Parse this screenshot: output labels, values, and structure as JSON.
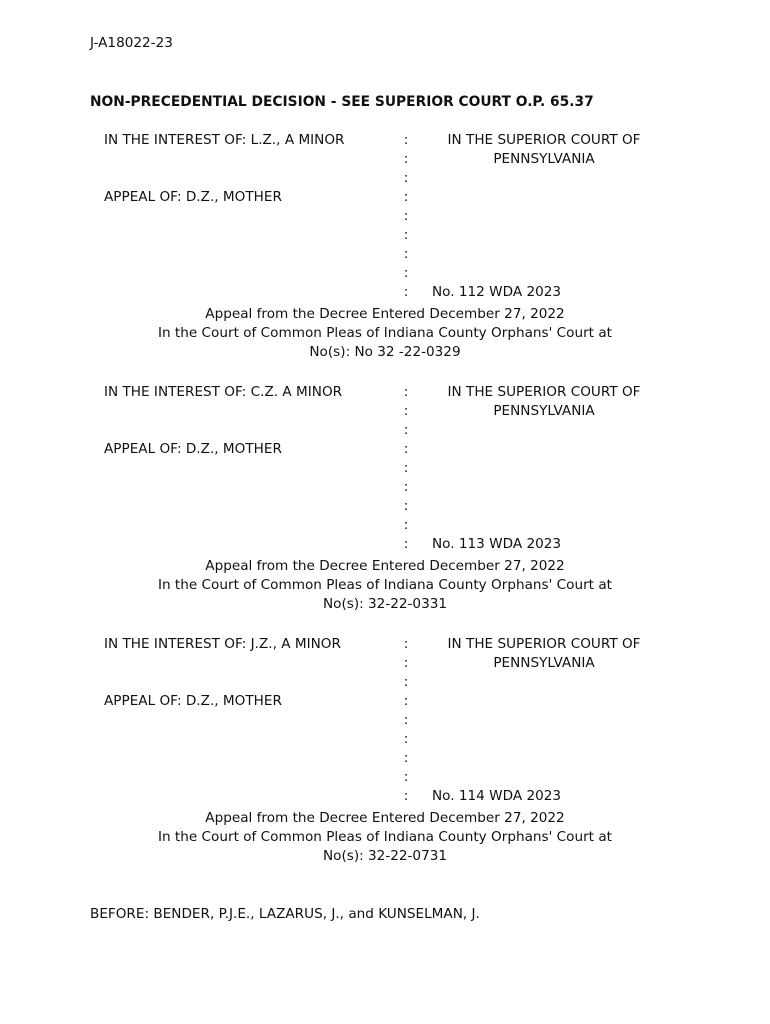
{
  "document_id": "J-A18022-23",
  "title": "NON-PRECEDENTIAL DECISION - SEE SUPERIOR COURT O.P. 65.37",
  "captions": [
    {
      "interest_of": "IN THE INTEREST OF: L.Z., A MINOR",
      "appeal_of": "APPEAL OF: D.Z., MOTHER",
      "court_line1": "IN THE SUPERIOR COURT OF",
      "court_line2": "PENNSYLVANIA",
      "docket": "No. 112 WDA 2023",
      "appeal_line1": "Appeal from the Decree Entered December 27, 2022",
      "appeal_line2": "In the Court of Common Pleas of Indiana County Orphans' Court at",
      "appeal_line3": "No(s):  No 32 -22-0329"
    },
    {
      "interest_of": "IN THE INTEREST OF: C.Z. A MINOR",
      "appeal_of": "APPEAL OF: D.Z., MOTHER",
      "court_line1": "IN THE SUPERIOR COURT OF",
      "court_line2": "PENNSYLVANIA",
      "docket": "No. 113 WDA 2023",
      "appeal_line1": "Appeal from the Decree Entered December 27, 2022",
      "appeal_line2": "In the Court of Common Pleas of Indiana County Orphans' Court at",
      "appeal_line3": "No(s):  32-22-0331"
    },
    {
      "interest_of": "IN THE INTEREST OF: J.Z., A MINOR",
      "appeal_of": "APPEAL OF: D.Z., MOTHER",
      "court_line1": "IN THE SUPERIOR COURT OF",
      "court_line2": "PENNSYLVANIA",
      "docket": "No. 114 WDA 2023",
      "appeal_line1": "Appeal from the Decree Entered December 27, 2022",
      "appeal_line2": "In the Court of Common Pleas of Indiana County Orphans' Court at",
      "appeal_line3": "No(s):  32-22-0731"
    }
  ],
  "colon": ":",
  "before": "BEFORE:  BENDER, P.J.E., LAZARUS, J., and KUNSELMAN, J."
}
